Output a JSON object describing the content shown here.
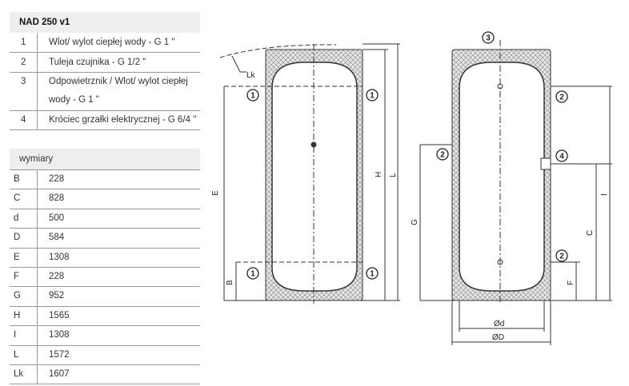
{
  "legend": {
    "title": "NAD 250 v1",
    "rows": [
      {
        "n": "1",
        "text": "Wlot/ wylot ciepłej wody - G 1 \""
      },
      {
        "n": "2",
        "text": "Tuleja czujnika - G 1/2 \""
      },
      {
        "n": "3",
        "text": "Odpowietrznik / Wlot/ wylot ciepłej wody - G 1 \""
      },
      {
        "n": "4",
        "text": "Króciec grzałki elektrycznej - G 6/4 \""
      }
    ]
  },
  "dims": {
    "title": "wymiary",
    "rows": [
      {
        "k": "B",
        "v": "228"
      },
      {
        "k": "C",
        "v": "828"
      },
      {
        "k": "d",
        "v": "500"
      },
      {
        "k": "D",
        "v": "584"
      },
      {
        "k": "E",
        "v": "1308"
      },
      {
        "k": "F",
        "v": "228"
      },
      {
        "k": "G",
        "v": "952"
      },
      {
        "k": "H",
        "v": "1565"
      },
      {
        "k": "I",
        "v": "1308"
      },
      {
        "k": "L",
        "v": "1572"
      },
      {
        "k": "Lk",
        "v": "1607"
      }
    ]
  },
  "drawing": {
    "labels": {
      "B": "B",
      "C": "C",
      "E": "E",
      "F": "F",
      "G": "G",
      "H": "H",
      "I": "I",
      "L": "L",
      "Lk": "Lk",
      "d": "Ød",
      "D": "ØD"
    },
    "markers": [
      "1",
      "2",
      "3",
      "4"
    ]
  }
}
